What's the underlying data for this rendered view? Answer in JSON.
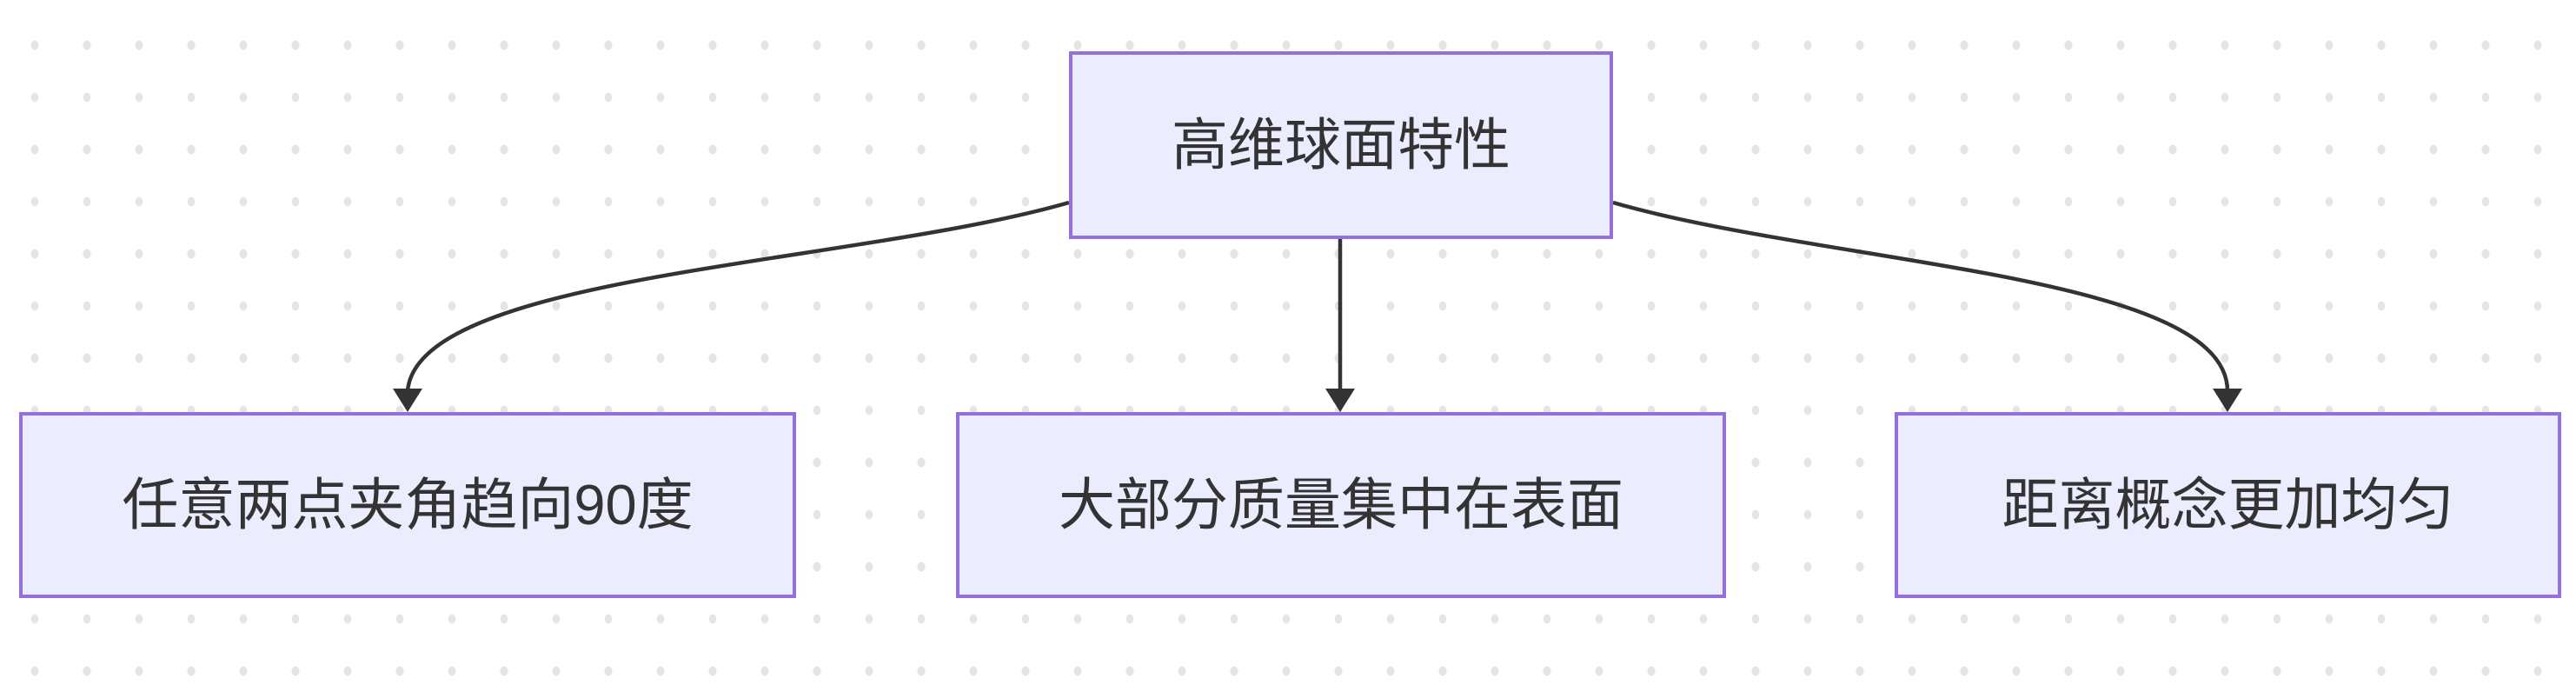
{
  "diagram": {
    "type": "flowchart-top-down",
    "nodes": {
      "root": {
        "label": "高维球面特性"
      },
      "children": [
        {
          "label": "任意两点夹角趋向90度"
        },
        {
          "label": "大部分质量集中在表面"
        },
        {
          "label": "距离概念更加均匀"
        }
      ]
    },
    "edges": [
      {
        "from": "高维球面特性",
        "to": "任意两点夹角趋向90度",
        "arrow": "triangle-down"
      },
      {
        "from": "高维球面特性",
        "to": "大部分质量集中在表面",
        "arrow": "triangle-down"
      },
      {
        "from": "高维球面特性",
        "to": "距离概念更加均匀",
        "arrow": "triangle-down"
      }
    ],
    "colors": {
      "node_fill": "#ECECFF",
      "node_border": "#9370DB",
      "edge_color": "#333333",
      "text_color": "#333333",
      "background": "#ffffff",
      "background_dots": "#e4e4e4"
    }
  }
}
